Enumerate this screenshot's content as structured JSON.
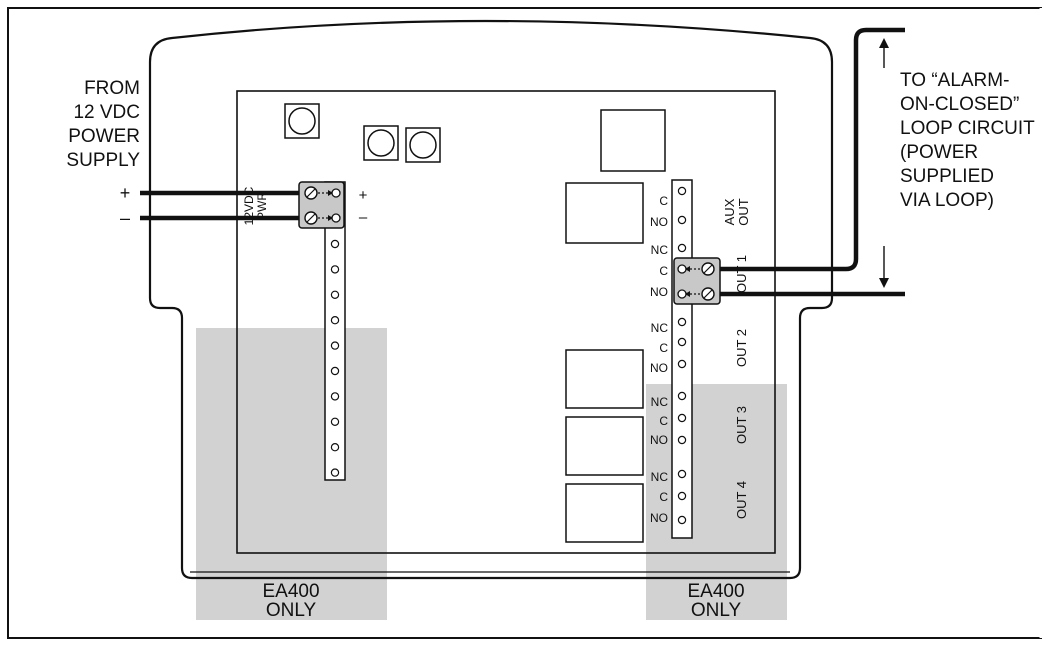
{
  "left_label": {
    "lines": [
      "FROM",
      "12 VDC",
      "POWER",
      "SUPPLY"
    ],
    "plus": "+",
    "minus": "–"
  },
  "right_label": {
    "lines": [
      "TO “ALARM-",
      "ON-CLOSED”",
      "LOOP CIRCUIT",
      "(POWER",
      "SUPPLIED",
      "VIA LOOP)"
    ]
  },
  "power_block": {
    "label_line1": "12VDC",
    "label_line2": "PWR",
    "plus": "+",
    "minus": "–"
  },
  "terminal_labels": {
    "aux_c": "C",
    "aux_no": "NO",
    "out1_nc": "NC",
    "out1_c": "C",
    "out1_no": "NO",
    "out2_nc": "NC",
    "out2_c": "C",
    "out2_no": "NO",
    "out3_nc": "NC",
    "out3_c": "C",
    "out3_no": "NO",
    "out4_nc": "NC",
    "out4_c": "C",
    "out4_no": "NO"
  },
  "output_labels": {
    "aux_line1": "AUX",
    "aux_line2": "OUT",
    "out1": "OUT 1",
    "out2": "OUT 2",
    "out3": "OUT 3",
    "out4": "OUT 4"
  },
  "ea400_left": [
    "EA400",
    "ONLY"
  ],
  "ea400_right": [
    "EA400",
    "ONLY"
  ],
  "colors": {
    "shade": "#d2d2d2",
    "line": "#111111",
    "connector_fill": "#c8c8c8"
  }
}
